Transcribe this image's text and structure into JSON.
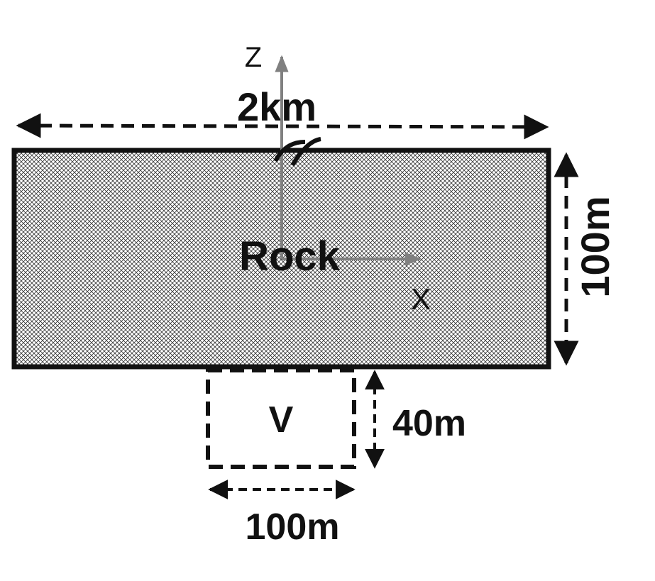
{
  "labels": {
    "width_top": "2km",
    "height_right": "100m",
    "material": "Rock",
    "volume": "V",
    "volume_height": "40m",
    "volume_width": "100m"
  },
  "axes": {
    "z": "Z",
    "x": "X"
  },
  "colors": {
    "ink": "#111111",
    "axis": "#808080",
    "hatch": "#333333"
  }
}
